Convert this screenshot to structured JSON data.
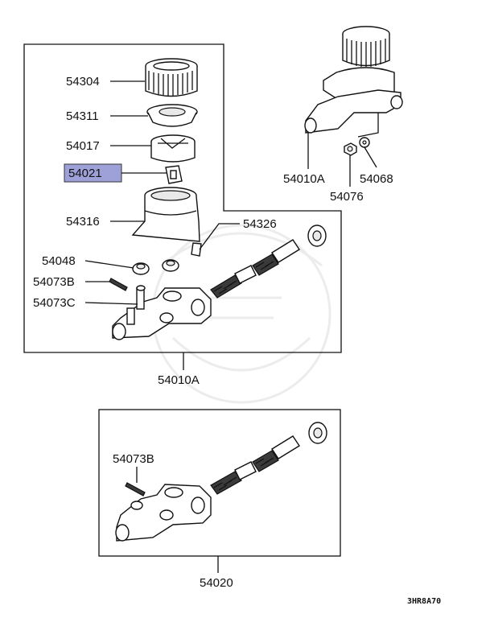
{
  "labels": {
    "p54304": "54304",
    "p54311": "54311",
    "p54017": "54017",
    "p54021": "54021",
    "p54316": "54316",
    "p54326": "54326",
    "p54048": "54048",
    "p54073b_top": "54073B",
    "p54073c": "54073C",
    "p54010a_box": "54010A",
    "p54010a_assy": "54010A",
    "p54068": "54068",
    "p54076": "54076",
    "p54073b_bottom": "54073B",
    "p54020": "54020"
  },
  "highlight": {
    "part": "54021",
    "color": "#9ea0d8"
  },
  "diagram_code": "3HR8A70"
}
